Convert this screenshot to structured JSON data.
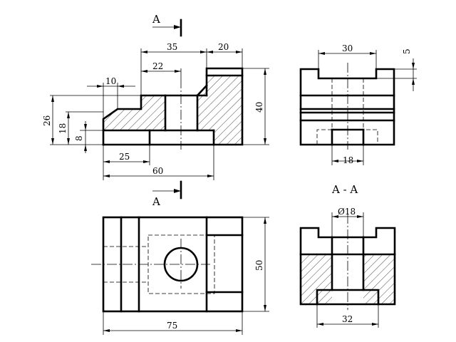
{
  "section_labels": {
    "cut_top": "A",
    "cut_bottom": "A",
    "section_title": "A - A"
  },
  "dimensions": {
    "front_width_35": "35",
    "front_width_20": "20",
    "front_width_22": "22",
    "front_width_10": "10",
    "front_height_26": "26",
    "front_height_18": "18",
    "front_height_8": "8",
    "front_height_40": "40",
    "front_width_25": "25",
    "front_width_60": "60",
    "side_width_30": "30",
    "side_height_5": "5",
    "side_width_18": "18",
    "section_dia_18": "Ø18",
    "section_width_32": "32",
    "top_height_50": "50",
    "top_width_75": "75"
  }
}
